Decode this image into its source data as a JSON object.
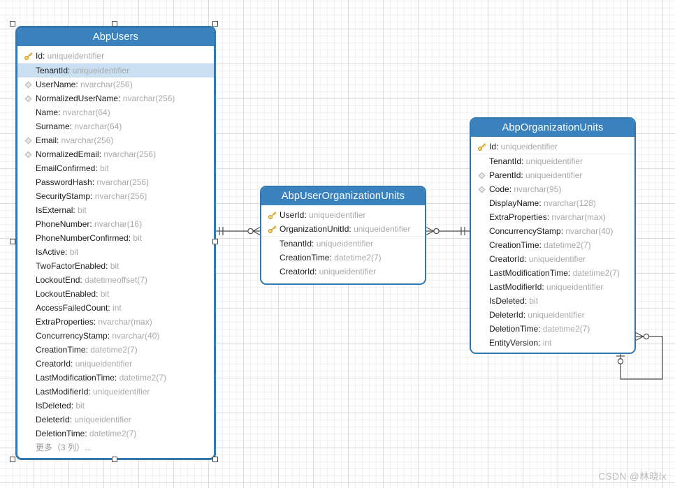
{
  "diagram": {
    "watermark": "CSDN @林晓lx",
    "colors": {
      "header_bg": "#3982BE",
      "table_border": "#3377AF",
      "row_highlight": "#CBDFF2",
      "relationship_line": "#4D4D4D",
      "field_name": "#1C1C1C",
      "field_type": "#A9A9A9"
    },
    "tables": [
      {
        "title": "AbpUsers",
        "selected": true,
        "columns": [
          {
            "icon": "key",
            "name": "Id",
            "type": "uniqueidentifier",
            "sep": true
          },
          {
            "icon": "",
            "name": "TenantId",
            "type": "uniqueidentifier",
            "highlighted": true
          },
          {
            "icon": "diamond",
            "name": "UserName",
            "type": "nvarchar(256)"
          },
          {
            "icon": "diamond",
            "name": "NormalizedUserName",
            "type": "nvarchar(256)"
          },
          {
            "icon": "",
            "name": "Name",
            "type": "nvarchar(64)"
          },
          {
            "icon": "",
            "name": "Surname",
            "type": "nvarchar(64)"
          },
          {
            "icon": "diamond",
            "name": "Email",
            "type": "nvarchar(256)"
          },
          {
            "icon": "diamond",
            "name": "NormalizedEmail",
            "type": "nvarchar(256)"
          },
          {
            "icon": "",
            "name": "EmailConfirmed",
            "type": "bit"
          },
          {
            "icon": "",
            "name": "PasswordHash",
            "type": "nvarchar(256)"
          },
          {
            "icon": "",
            "name": "SecurityStamp",
            "type": "nvarchar(256)"
          },
          {
            "icon": "",
            "name": "IsExternal",
            "type": "bit"
          },
          {
            "icon": "",
            "name": "PhoneNumber",
            "type": "nvarchar(16)"
          },
          {
            "icon": "",
            "name": "PhoneNumberConfirmed",
            "type": "bit"
          },
          {
            "icon": "",
            "name": "IsActive",
            "type": "bit"
          },
          {
            "icon": "",
            "name": "TwoFactorEnabled",
            "type": "bit"
          },
          {
            "icon": "",
            "name": "LockoutEnd",
            "type": "datetimeoffset(7)"
          },
          {
            "icon": "",
            "name": "LockoutEnabled",
            "type": "bit"
          },
          {
            "icon": "",
            "name": "AccessFailedCount",
            "type": "int"
          },
          {
            "icon": "",
            "name": "ExtraProperties",
            "type": "nvarchar(max)"
          },
          {
            "icon": "",
            "name": "ConcurrencyStamp",
            "type": "nvarchar(40)"
          },
          {
            "icon": "",
            "name": "CreationTime",
            "type": "datetime2(7)"
          },
          {
            "icon": "",
            "name": "CreatorId",
            "type": "uniqueidentifier"
          },
          {
            "icon": "",
            "name": "LastModificationTime",
            "type": "datetime2(7)"
          },
          {
            "icon": "",
            "name": "LastModifierId",
            "type": "uniqueidentifier"
          },
          {
            "icon": "",
            "name": "IsDeleted",
            "type": "bit"
          },
          {
            "icon": "",
            "name": "DeleterId",
            "type": "uniqueidentifier"
          },
          {
            "icon": "",
            "name": "DeletionTime",
            "type": "datetime2(7)"
          },
          {
            "icon": "",
            "name": "更多（3 列）...",
            "type": "",
            "muted": true
          }
        ]
      },
      {
        "title": "AbpUserOrganizationUnits",
        "selected": false,
        "columns": [
          {
            "icon": "key",
            "name": "UserId",
            "type": "uniqueidentifier"
          },
          {
            "icon": "key",
            "name": "OrganizationUnitId",
            "type": "uniqueidentifier",
            "sep": true
          },
          {
            "icon": "",
            "name": "TenantId",
            "type": "uniqueidentifier"
          },
          {
            "icon": "",
            "name": "CreationTime",
            "type": "datetime2(7)"
          },
          {
            "icon": "",
            "name": "CreatorId",
            "type": "uniqueidentifier"
          }
        ]
      },
      {
        "title": "AbpOrganizationUnits",
        "selected": false,
        "columns": [
          {
            "icon": "key",
            "name": "Id",
            "type": "uniqueidentifier",
            "sep": true
          },
          {
            "icon": "",
            "name": "TenantId",
            "type": "uniqueidentifier"
          },
          {
            "icon": "diamond",
            "name": "ParentId",
            "type": "uniqueidentifier"
          },
          {
            "icon": "diamond",
            "name": "Code",
            "type": "nvarchar(95)"
          },
          {
            "icon": "",
            "name": "DisplayName",
            "type": "nvarchar(128)"
          },
          {
            "icon": "",
            "name": "ExtraProperties",
            "type": "nvarchar(max)"
          },
          {
            "icon": "",
            "name": "ConcurrencyStamp",
            "type": "nvarchar(40)"
          },
          {
            "icon": "",
            "name": "CreationTime",
            "type": "datetime2(7)"
          },
          {
            "icon": "",
            "name": "CreatorId",
            "type": "uniqueidentifier"
          },
          {
            "icon": "",
            "name": "LastModificationTime",
            "type": "datetime2(7)"
          },
          {
            "icon": "",
            "name": "LastModifierId",
            "type": "uniqueidentifier"
          },
          {
            "icon": "",
            "name": "IsDeleted",
            "type": "bit"
          },
          {
            "icon": "",
            "name": "DeleterId",
            "type": "uniqueidentifier"
          },
          {
            "icon": "",
            "name": "DeletionTime",
            "type": "datetime2(7)"
          },
          {
            "icon": "",
            "name": "EntityVersion",
            "type": "int"
          }
        ]
      }
    ],
    "relationships": [
      {
        "from_table": "AbpUsers",
        "from_cardinality": "one",
        "to_table": "AbpUserOrganizationUnits",
        "to_cardinality": "zero-or-many"
      },
      {
        "from_table": "AbpOrganizationUnits",
        "from_cardinality": "one",
        "to_table": "AbpUserOrganizationUnits",
        "to_cardinality": "zero-or-many"
      },
      {
        "from_table": "AbpOrganizationUnits",
        "from_cardinality": "zero-or-one",
        "to_table": "AbpOrganizationUnits",
        "to_cardinality": "zero-or-many",
        "self_reference": true
      }
    ]
  }
}
